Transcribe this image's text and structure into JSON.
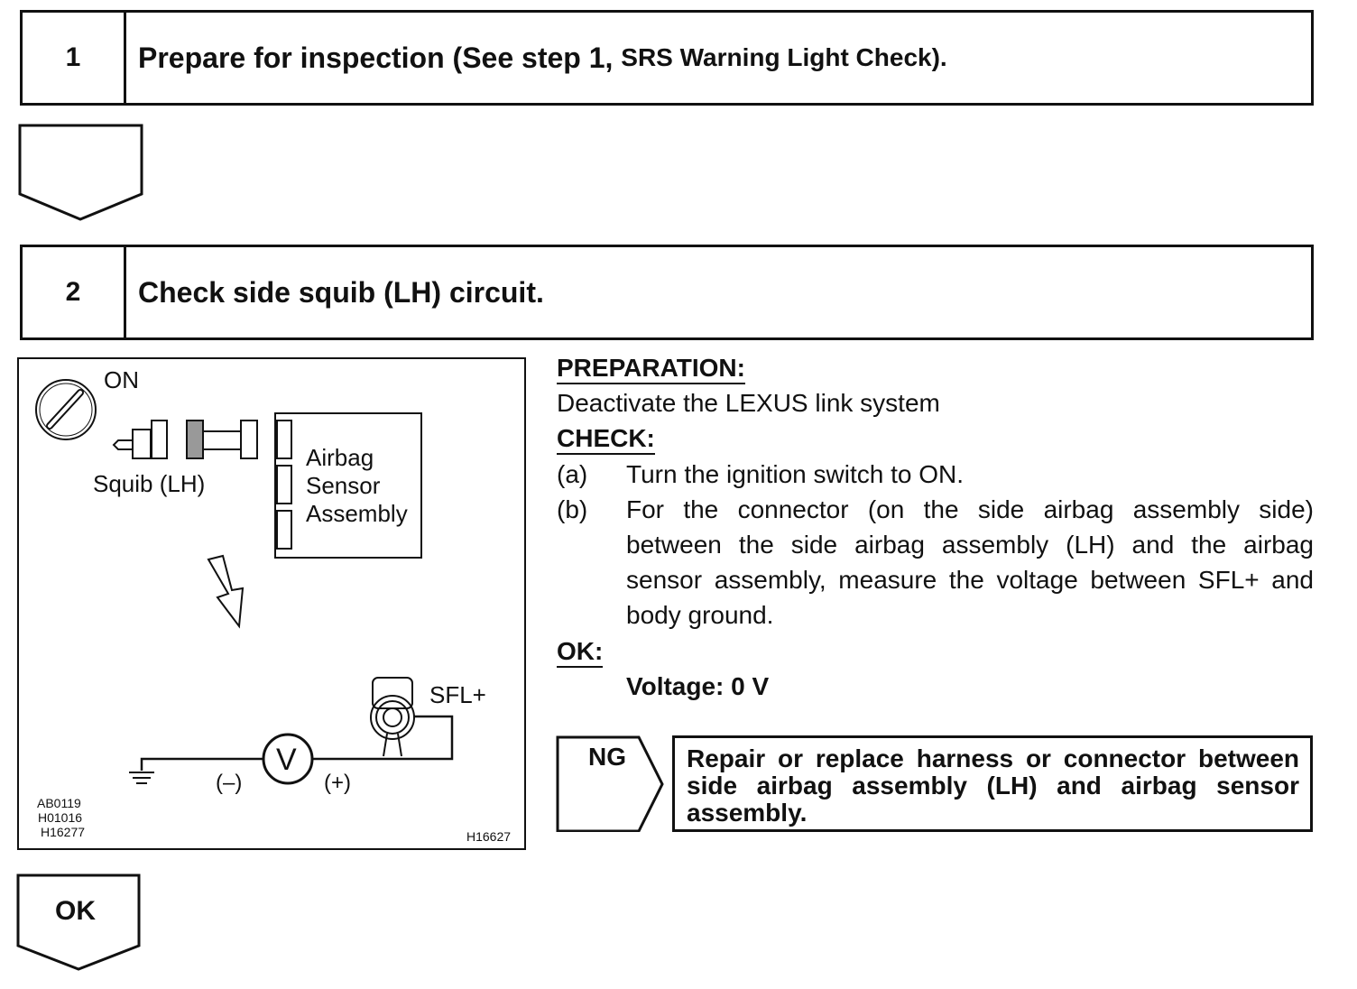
{
  "step1": {
    "number": "1",
    "title_main": "Prepare for inspection (See step 1,",
    "title_ref": "SRS Warning Light Check)."
  },
  "step2": {
    "number": "2",
    "title": "Check side squib (LH) circuit."
  },
  "figure": {
    "labels": {
      "on": "ON",
      "squib": "Squib (LH)",
      "airbag": "Airbag",
      "sensor": "Sensor",
      "assembly": "Assembly",
      "sfl": "SFL+",
      "voltmeter": "V",
      "minus": "(–)",
      "plus": "(+)"
    },
    "codes_left": [
      "AB0119",
      "H01016",
      "H16277"
    ],
    "code_right": "H16627"
  },
  "preparation": {
    "heading": "PREPARATION:",
    "text": "Deactivate the LEXUS link system"
  },
  "check": {
    "heading": "CHECK:",
    "items": [
      {
        "marker": "(a)",
        "text": "Turn the ignition switch to ON."
      },
      {
        "marker": "(b)",
        "text": "For the connector (on the side airbag assembly side) between the side airbag assembly (LH) and the airbag sensor assembly, measure the voltage between SFL+ and body ground."
      }
    ]
  },
  "ok_spec": {
    "heading": "OK:",
    "value": "Voltage: 0 V"
  },
  "ng": {
    "label": "NG",
    "text": "Repair or replace harness or connector between side airbag assembly (LH) and airbag sensor assembly."
  },
  "ok_arrow": {
    "label": "OK"
  }
}
